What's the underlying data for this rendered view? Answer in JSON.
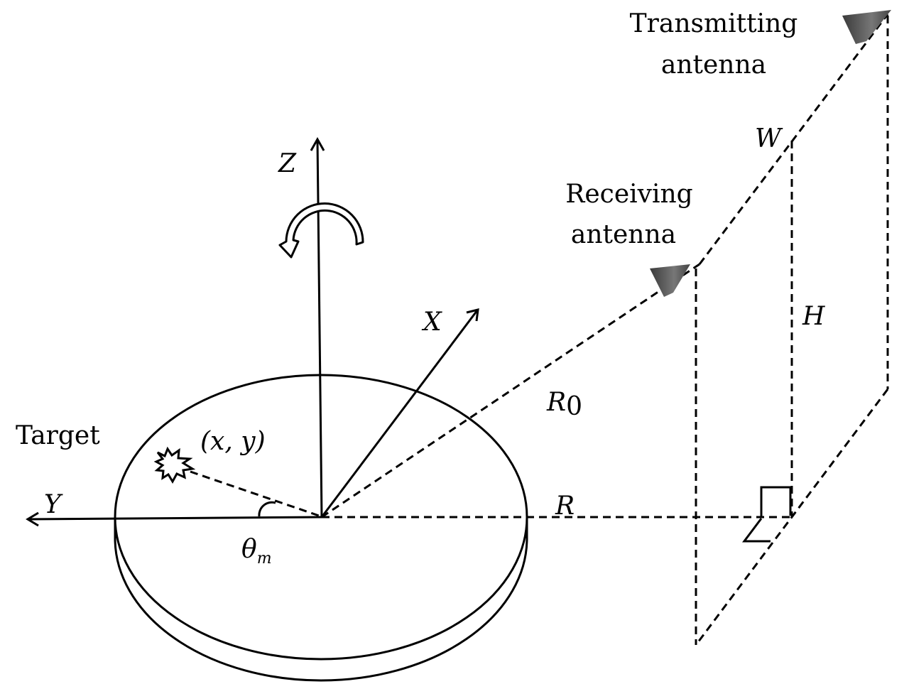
{
  "labels": {
    "target": "Target",
    "point": "(x, y)",
    "theta": "θ",
    "theta_sub": "m",
    "axis_x": "X",
    "axis_y": "Y",
    "axis_z": "Z",
    "r0": "R",
    "r0_sub": "0",
    "r": "R",
    "h": "H",
    "w": "W",
    "receiving_line1": "Receiving",
    "receiving_line2": "antenna",
    "transmitting_line1": "Transmitting",
    "transmitting_line2": "antenna"
  },
  "colors": {
    "line": "#000000",
    "antenna": "#555555"
  }
}
